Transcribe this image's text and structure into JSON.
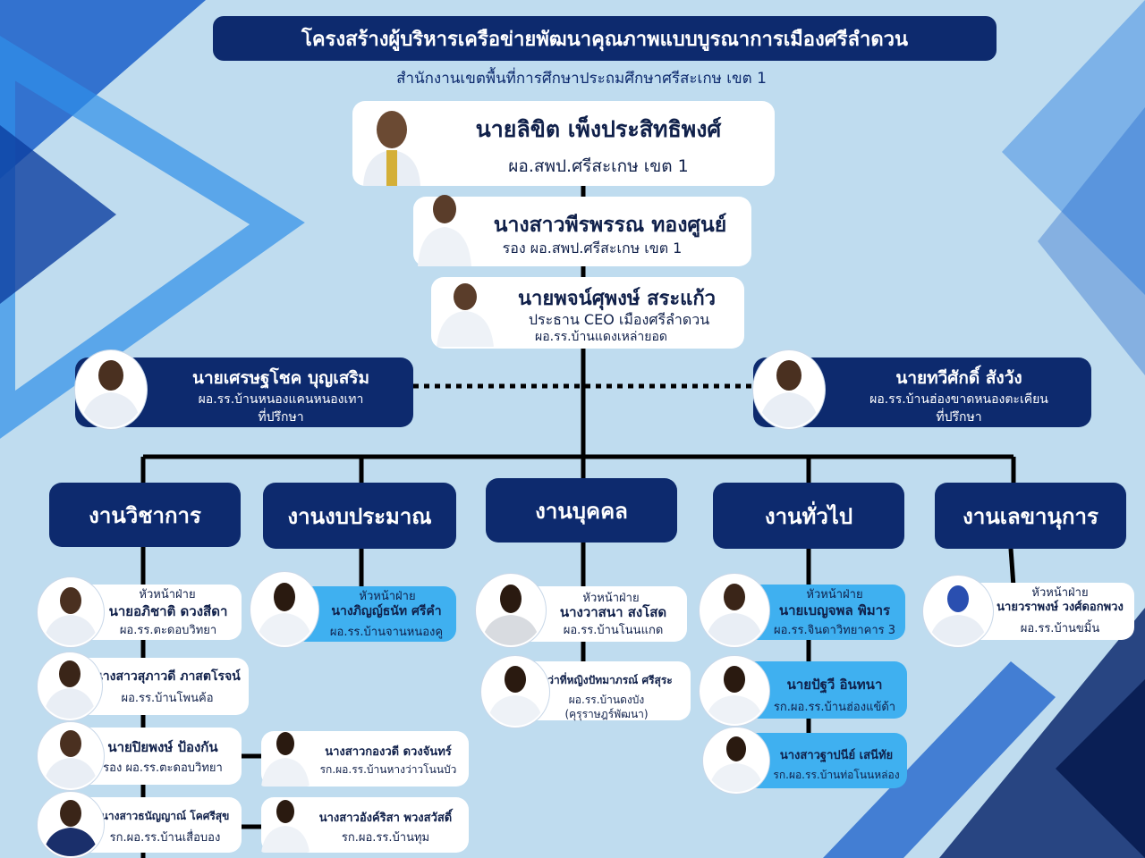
{
  "title": "โครงสร้างผู้บริหารเครือข่ายพัฒนาคุณภาพแบบบูรณาการเมืองศรีลำดวน",
  "subtitle": "สำนักงานเขตพื้นที่การศึกษาประถมศึกษาศรีสะเกษ เขต 1",
  "director": {
    "name": "นายลิขิต เพ็งประสิทธิพงศ์",
    "position": "ผอ.สพป.ศรีสะเกษ เขต 1"
  },
  "deputy": {
    "name": "นางสาวพีรพรรณ ทองศูนย์",
    "position": "รอง ผอ.สพป.ศรีสะเกษ เขต 1"
  },
  "chairman": {
    "name": "นายพจน์ศุพงษ์ สระแก้ว",
    "position": "ประธาน CEO เมืองศรีลำดวน",
    "school": "ผอ.รร.บ้านแดงเหล่ายอด"
  },
  "advisor_left": {
    "name": "นายเศรษฐโชค บุญเสริม",
    "position": "ผอ.รร.บ้านหนองแคนหนองเทา",
    "role": "ที่ปรึกษา"
  },
  "advisor_right": {
    "name": "นายทวีศักดิ์ สังวัง",
    "position": "ผอ.รร.บ้านฮ่องขาดหนองตะเคียน",
    "role": "ที่ปรึกษา"
  },
  "departments": {
    "academic": "งานวิชาการ",
    "budget": "งานงบประมาณ",
    "personnel": "งานบุคคล",
    "general": "งานทั่วไป",
    "secretary": "งานเลขานุการ"
  },
  "head_label": "หัวหน้าฝ่าย",
  "academic": {
    "head": {
      "name": "นายอภิชาติ ดวงสีดา",
      "position": "ผอ.รร.ตะดอบวิทยา"
    },
    "m1": {
      "name": "นางสาวสุภาวดี ภาสตโรจน์",
      "position": "ผอ.รร.บ้านโพนค้อ"
    },
    "m2": {
      "name": "นายปิยพงษ์ ป้องกัน",
      "position": "รอง ผอ.รร.ตะดอบวิทยา"
    },
    "m3": {
      "name": "นางสาวกองวดี ดวงจันทร์",
      "position": "รก.ผอ.รร.บ้านหางว่าวโนนบัว"
    },
    "m4": {
      "name": "นางสาวธนัญญาณ์ โคศรีสุข",
      "position": "รก.ผอ.รร.บ้านเสื่อบอง"
    },
    "m5": {
      "name": "นางสาวอังค์ริสา พวงสวัสดิ์",
      "position": "รก.ผอ.รร.บ้านทุม"
    }
  },
  "budget": {
    "head": {
      "name": "นางภิญญ์ธนัท ศรีคำ",
      "position": "ผอ.รร.บ้านจานหนองคู"
    }
  },
  "personnel": {
    "head": {
      "name": "นางวาสนา สงโสด",
      "position": "ผอ.รร.บ้านโนนแกด"
    },
    "m1": {
      "name": "ว่าที่หญิงปัทมาภรณ์ ศรีสุระ",
      "position": "ผอ.รร.บ้านดงบัง",
      "note": "(คุรุราษฎร์พัฒนา)"
    }
  },
  "general": {
    "head": {
      "name": "นายเบญจพล พิมาร",
      "position": "ผอ.รร.จินดาวิทยาคาร 3"
    },
    "m1": {
      "name": "นายปัฐวี อินทนา",
      "position": "รก.ผอ.รร.บ้านฮ่องแข้ด้า"
    },
    "m2": {
      "name": "นางสาวฐาปนีย์ เสนีทัย",
      "position": "รก.ผอ.รร.บ้านท่อโนนหล่อง"
    }
  },
  "secretary": {
    "head": {
      "name": "นายวราพงษ์ วงศ์ดอกพวง",
      "position": "ผอ.รร.บ้านขมิ้น"
    }
  },
  "colors": {
    "navy": "#0d2a6e",
    "accent_blue": "#3fb0f0",
    "background": "#bfdcef"
  }
}
